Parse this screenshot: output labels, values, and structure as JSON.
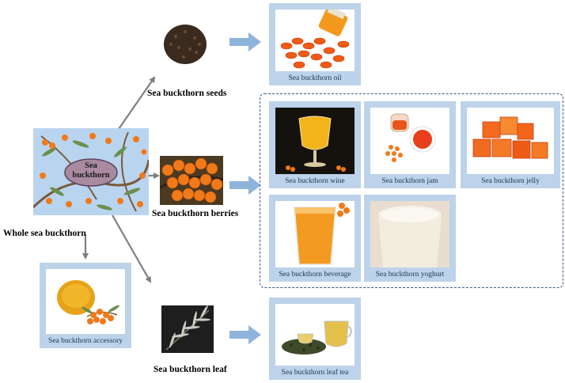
{
  "title": "",
  "center": {
    "label": "Sea buckthorn",
    "caption": "Whole sea buckthorn"
  },
  "categories": {
    "seeds": "Sea buckthorn seeds",
    "berries": "Sea buckthorn berries",
    "leaf": "Sea buckthorn leaf"
  },
  "products": {
    "oil": "Sea buckthorn oil",
    "wine": "Sea buckthorn wine",
    "jam": "Sea buckthorn jam",
    "jelly": "Sea buckthorn jelly",
    "beverage": "Sea buckthorn beverage",
    "yoghurt": "Sea buckthorn yoghurt",
    "accessory": "Sea buckthorn accessory",
    "leaf_tea": "Sea buckthorn leaf tea"
  },
  "colors": {
    "card_frame": "#bcd3ea",
    "arrow_gray": "#7f7f7f",
    "arrow_blue": "#8fb4dc",
    "dash_border": "#3a5a8a",
    "berry_orange": "#f07a1a"
  }
}
